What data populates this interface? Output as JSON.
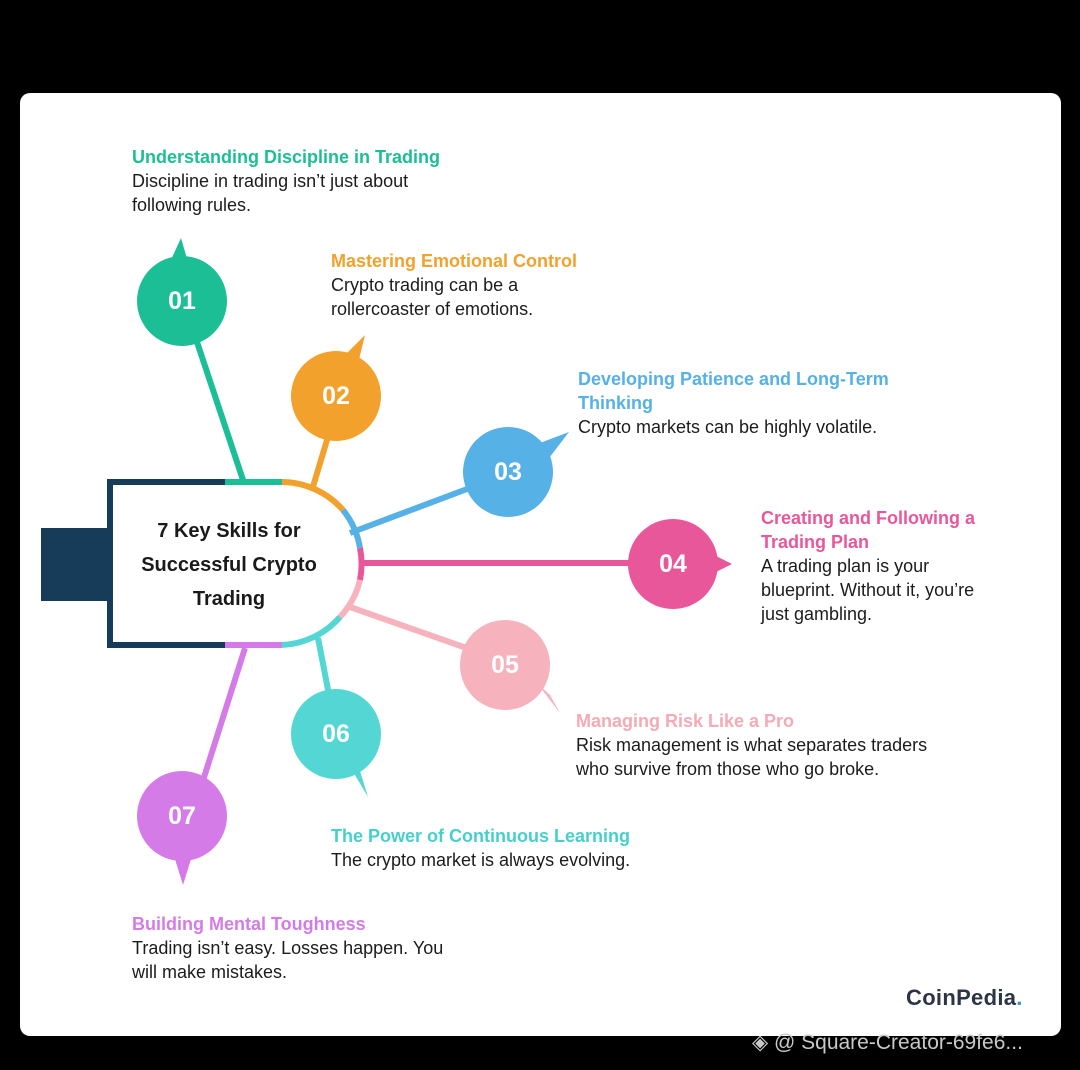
{
  "center": {
    "line1": "7 Key Skills for",
    "line2": "Successful Crypto",
    "line3": "Trading"
  },
  "colors": {
    "s1": "#1cbf95",
    "s2": "#f2a22c",
    "s3": "#56b1e6",
    "s4": "#e8579a",
    "s5": "#f6b3bd",
    "s6": "#54d7d4",
    "s7": "#d57be8",
    "frame": "#173c5a"
  },
  "skills": [
    {
      "num": "01",
      "title": "Understanding Discipline in Trading",
      "desc1": "Discipline in trading isn’t just about",
      "desc2": "following rules.",
      "desc3": ""
    },
    {
      "num": "02",
      "title": "Mastering Emotional Control",
      "desc1": "Crypto trading can be a",
      "desc2": "rollercoaster of emotions.",
      "desc3": ""
    },
    {
      "num": "03",
      "title": "Developing Patience and Long-Term",
      "title2": "Thinking",
      "desc1": "Crypto markets can be highly volatile.",
      "desc2": "",
      "desc3": ""
    },
    {
      "num": "04",
      "title": "Creating and Following a",
      "title2": "Trading Plan",
      "desc1": "A trading plan is your",
      "desc2": "blueprint. Without it, you’re",
      "desc3": "just gambling."
    },
    {
      "num": "05",
      "title": "Managing Risk Like a Pro",
      "desc1": "Risk management is what separates traders",
      "desc2": "who survive from those who go broke.",
      "desc3": ""
    },
    {
      "num": "06",
      "title": "The Power of Continuous Learning",
      "desc1": "The crypto market is always evolving.",
      "desc2": "",
      "desc3": ""
    },
    {
      "num": "07",
      "title": "Building Mental Toughness",
      "desc1": "Trading isn’t easy. Losses happen. You",
      "desc2": "will make mistakes.",
      "desc3": ""
    }
  ],
  "logo": {
    "name": "CoinPedia",
    "dot": "."
  },
  "watermark": "◈ @ Square-Creator-69fe6..."
}
